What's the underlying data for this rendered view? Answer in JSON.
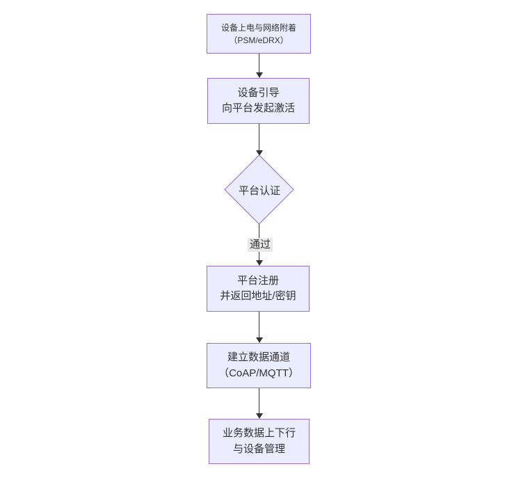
{
  "diagram": {
    "type": "flowchart-top-down",
    "nodes": {
      "power": {
        "line1": "设备上电与网络附着",
        "line2": "（PSM/eDRX）"
      },
      "bootstrap": {
        "line1": "设备引导",
        "line2": "向平台发起激活"
      },
      "auth": {
        "label": "平台认证"
      },
      "register": {
        "line1": "平台注册",
        "line2": "并返回地址/密钥"
      },
      "channel": {
        "line1": "建立数据通道",
        "line2": "（CoAP/MQTT）"
      },
      "business": {
        "line1": "业务数据上下行",
        "line2": "与设备管理"
      }
    },
    "edges": {
      "auth_to_register": {
        "label": "通过"
      }
    },
    "colors": {
      "node_fill": "#ECECFF",
      "node_border": "#9370DB",
      "text": "#333333",
      "arrow": "#333333",
      "edge_label_bg": "#e8e8e8",
      "background": "#ffffff"
    }
  }
}
